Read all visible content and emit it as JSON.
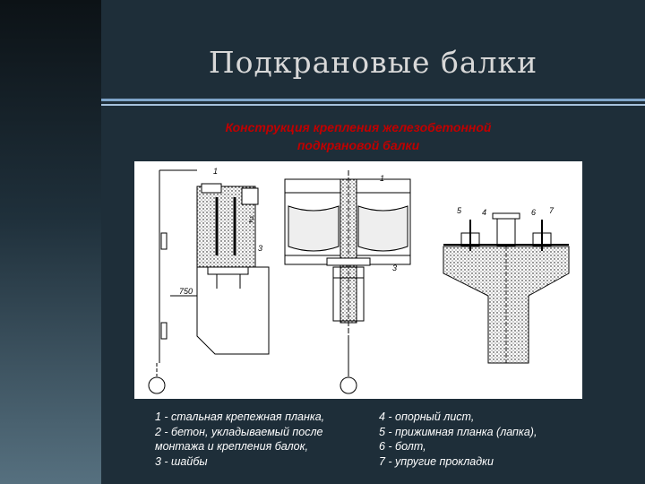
{
  "slide": {
    "title": "Подкрановые балки",
    "subtitle_line1": "Конструкция крепления железобетонной",
    "subtitle_line2": "подкрановой балки"
  },
  "drawing": {
    "callouts": [
      "1",
      "2",
      "3",
      "1",
      "3",
      "4",
      "5",
      "6",
      "7"
    ],
    "dimension": "750"
  },
  "legend": {
    "left": [
      "1 - стальная крепежная планка,",
      "2 - бетон, укладываемый после",
      "монтажа и крепления балок,",
      "3 - шайбы"
    ],
    "right": [
      "4 - опорный лист,",
      "5 - прижимная планка (лапка),",
      "6 - болт,",
      "7 - упругие прокладки"
    ]
  },
  "colors": {
    "background": "#1e2e39",
    "title": "#d8d8d8",
    "subtitle": "#c00000",
    "rule": "#7fa5c9",
    "legend_text": "#ffffff"
  }
}
